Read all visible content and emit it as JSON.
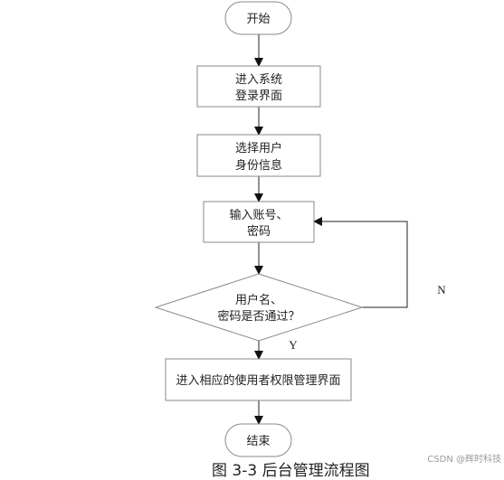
{
  "nodes": {
    "start": "开始",
    "enter_login": {
      "line1": "进入系统",
      "line2": "登录界面"
    },
    "select_identity": {
      "line1": "选择用户",
      "line2": "身份信息"
    },
    "input_credentials": {
      "line1": "输入账号、",
      "line2": "密码"
    },
    "decision": {
      "line1": "用户名、",
      "line2": "密码是否通过？"
    },
    "enter_permission": "进入相应的使用者权限管理界面",
    "end": "结束"
  },
  "edges": {
    "no_label": "N",
    "yes_label": "Y"
  },
  "caption": "图 3-3 后台管理流程图",
  "watermark": "CSDN @辉时科技"
}
